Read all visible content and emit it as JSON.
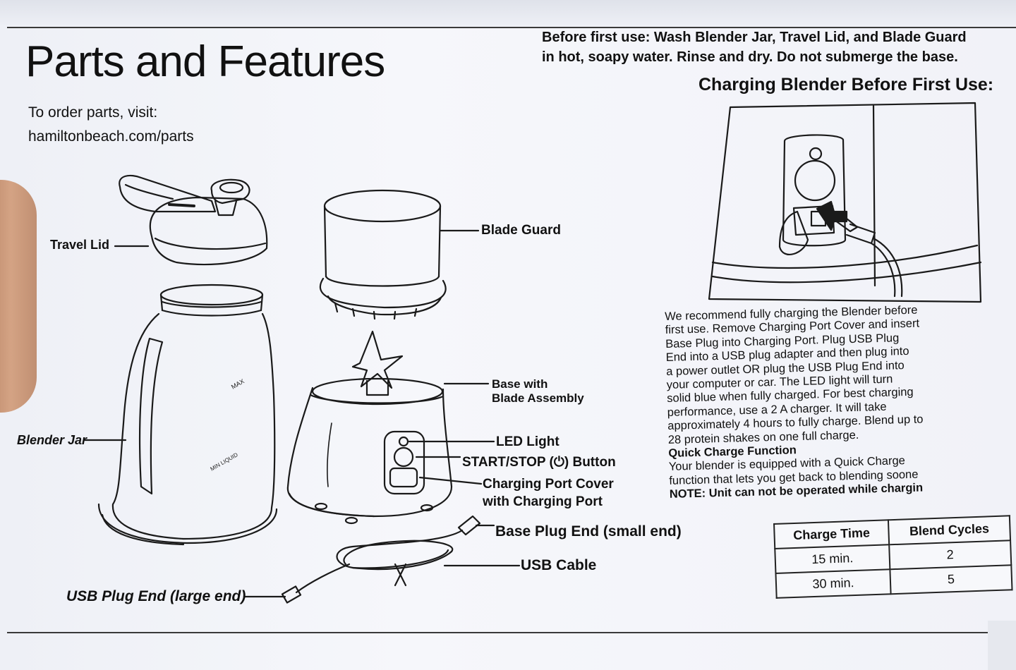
{
  "title": "Parts and Features",
  "order": {
    "line1": "To order parts, visit:",
    "line2": "hamiltonbeach.com/parts"
  },
  "before_first_use": {
    "line1": "Before first use: Wash Blender Jar, Travel Lid, and Blade Guard",
    "line2": "in hot, soapy water. Rinse and dry. Do not submerge the base."
  },
  "charging_title": "Charging Blender Before First Use:",
  "labels": {
    "travel_lid": "Travel Lid",
    "blender_jar": "Blender Jar",
    "usb_plug_end": "USB Plug End (large end)",
    "blade_guard": "Blade Guard",
    "base_line1": "Base with",
    "base_line2": "Blade Assembly",
    "led_light": "LED Light",
    "start_stop": "START/STOP (⏻) Button",
    "port_cover1": "Charging Port Cover",
    "port_cover2": "with Charging Port",
    "base_plug_end": "Base Plug End (small end)",
    "usb_cable": "USB Cable"
  },
  "jar_markings": {
    "max": "MAX",
    "min_liquid": "MIN LIQUID"
  },
  "paragraph": [
    "We recommend fully charging the Blender before",
    "first use. Remove Charging Port Cover and insert",
    "Base Plug into Charging Port. Plug USB Plug",
    "End into a USB plug adapter and then plug into",
    "a power outlet OR plug the USB Plug End into",
    "your computer or car. The LED light will turn",
    "solid blue when fully charged. For best charging",
    "performance, use a 2 A charger. It will take",
    "approximately 4 hours to fully charge. Blend up to",
    "28 protein shakes on one full charge."
  ],
  "quick_charge": {
    "heading": "Quick Charge Function",
    "line1": "Your blender is equipped with a Quick Charge",
    "line2": "function that lets you get back to blending soone",
    "note": "NOTE: Unit can not be operated while chargin"
  },
  "table": {
    "headers": [
      "Charge Time",
      "Blend Cycles"
    ],
    "rows": [
      [
        "15 min.",
        "2"
      ],
      [
        "30 min.",
        "5"
      ]
    ]
  }
}
